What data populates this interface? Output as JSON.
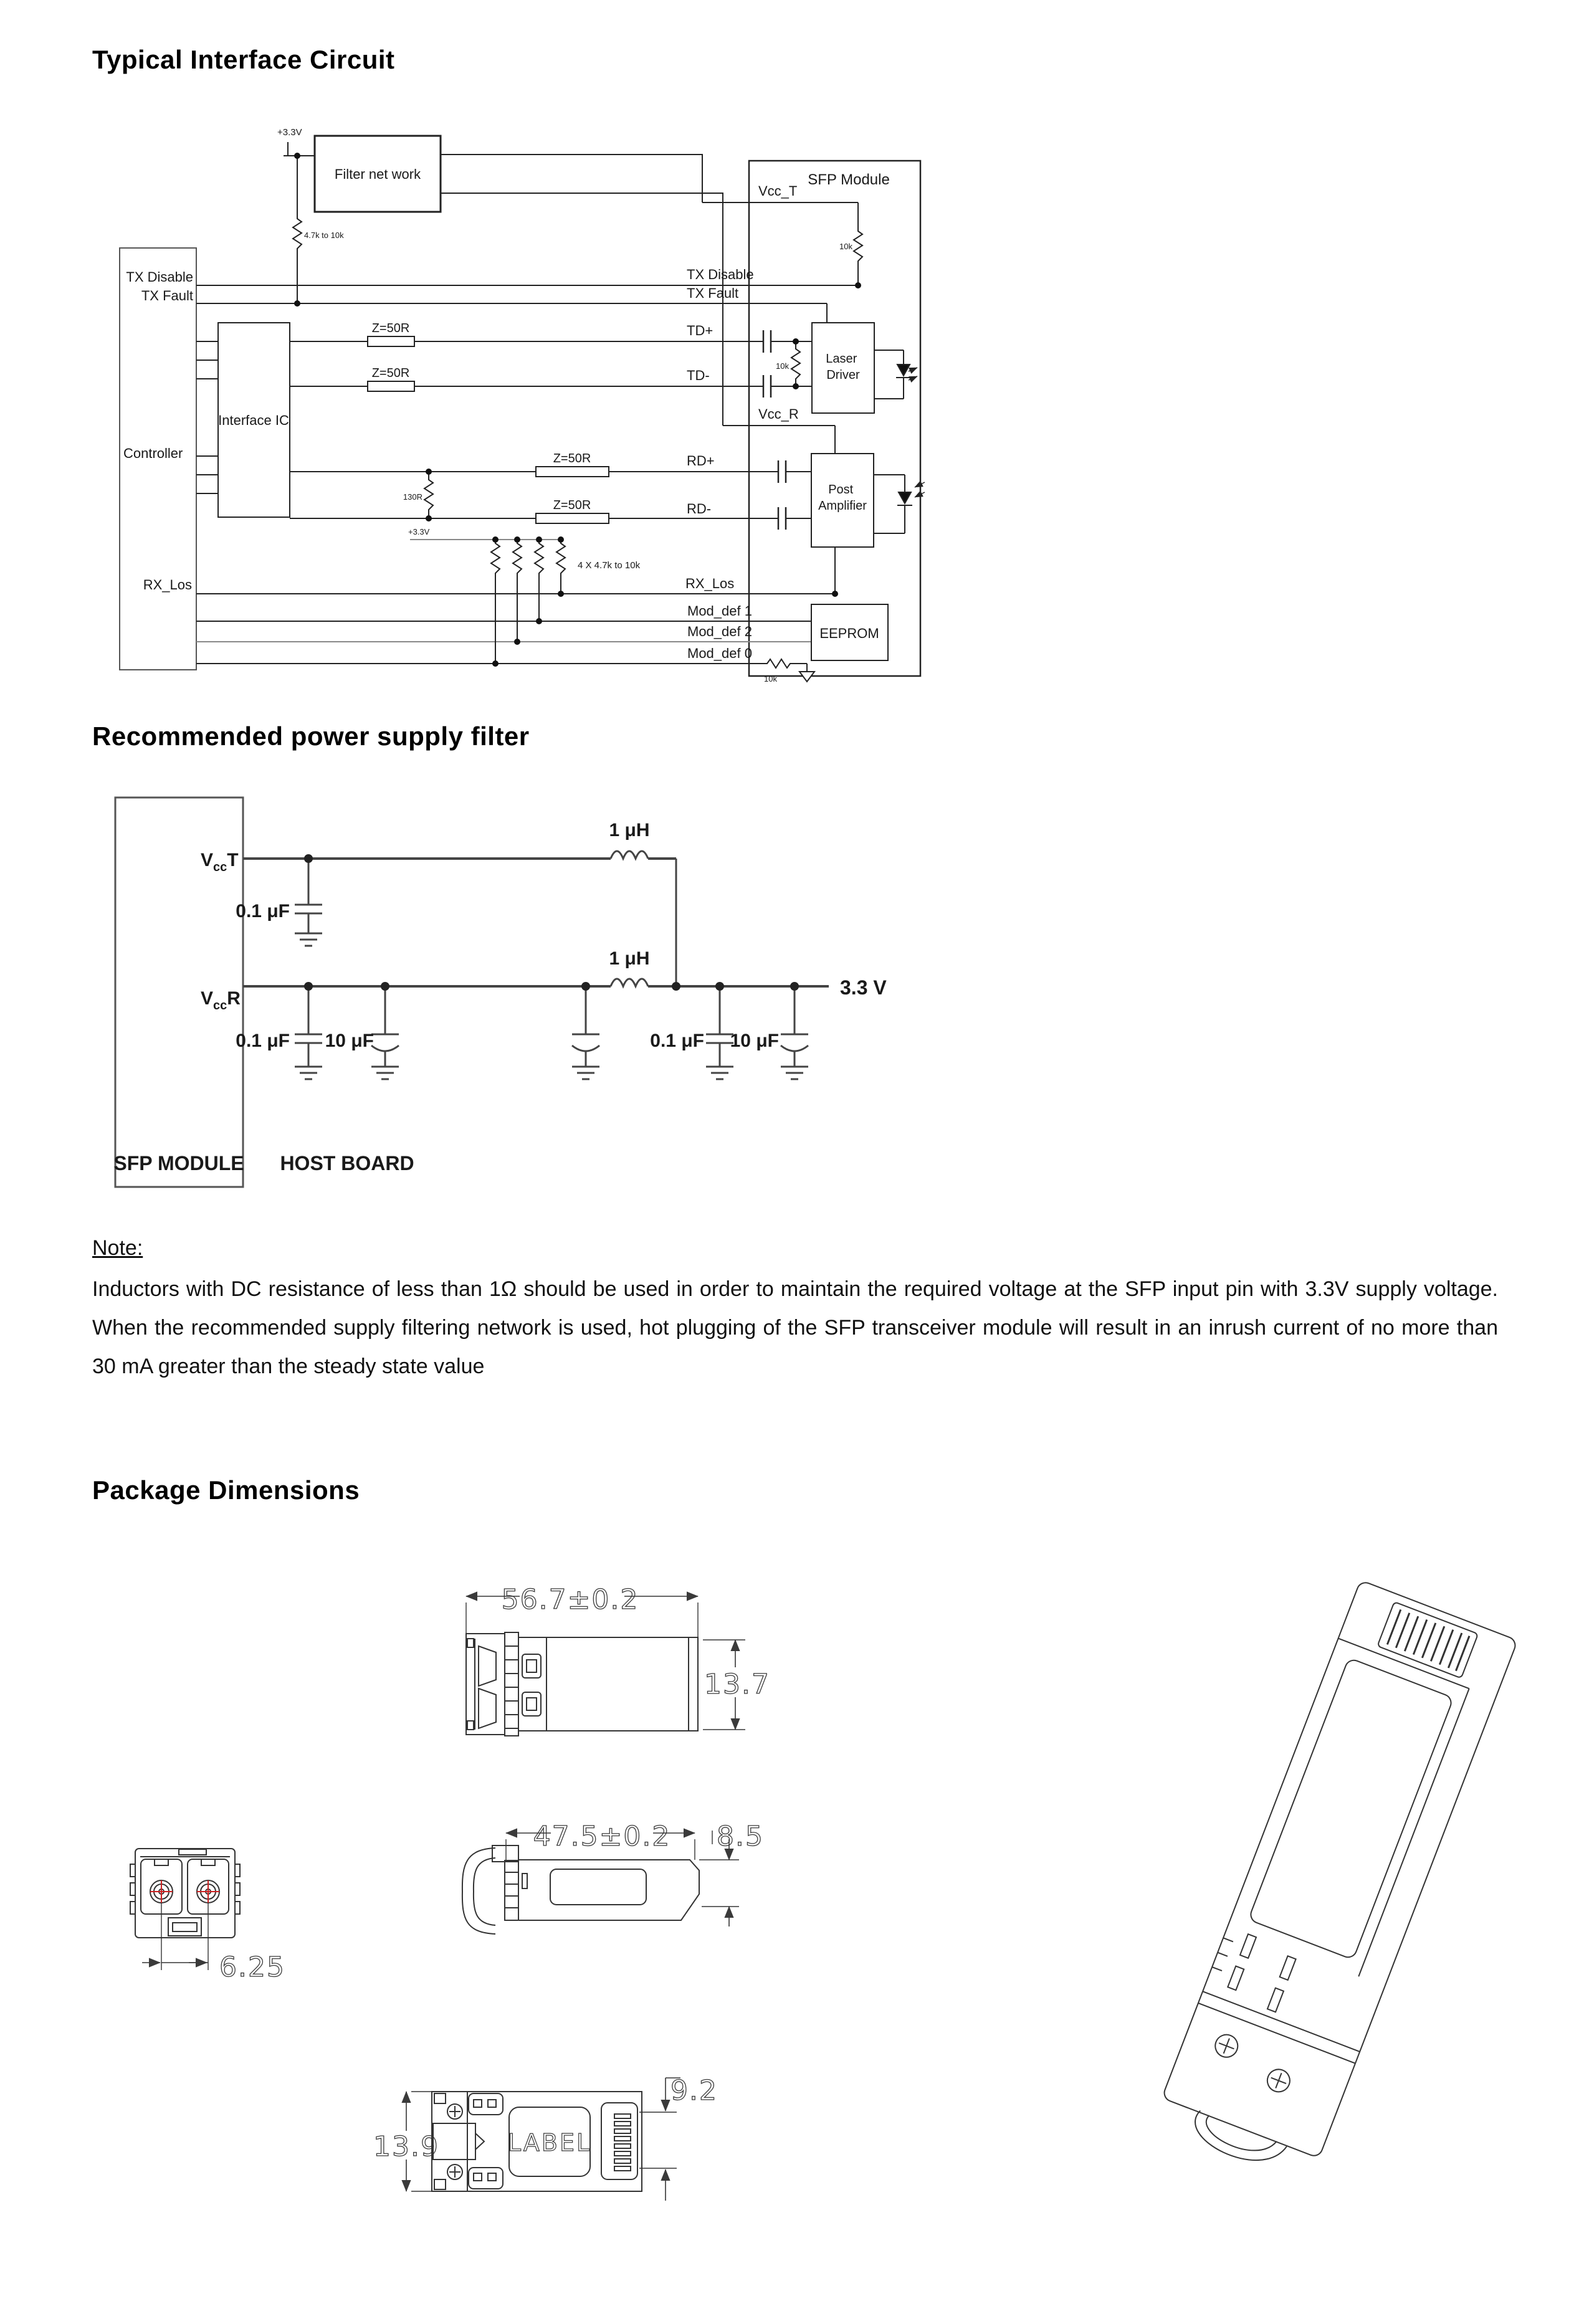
{
  "headings": {
    "interface": "Typical Interface Circuit",
    "filter": "Recommended power supply filter",
    "package": "Package Dimensions"
  },
  "note": {
    "heading": "Note:",
    "body": "Inductors with DC resistance of less than 1Ω should be used in order to maintain the required voltage at the SFP input pin with 3.3V supply voltage. When the recommended supply filtering network is used, hot plugging of the SFP transceiver module will result in an inrush current of no more than 30 mA greater than the steady state value"
  },
  "interface_circuit": {
    "supply": "+3.3V",
    "pullup_r": "4.7k to 10k",
    "filter_box": "Filter net work",
    "sfp_module": "SFP Module",
    "vcc_t": "Vcc_T",
    "vcc_r": "Vcc_R",
    "r10k_top": "10k",
    "r10k_td": "10k",
    "r10k_gnd": "10k",
    "r130": "130R",
    "r4x": "4 X 4.7k to 10k",
    "supply2": "+3.3V",
    "controller": "Controller",
    "interface_ic": "Interface IC",
    "eeprom": "EEPROM",
    "laser_driver_1": "Laser",
    "laser_driver_2": "Driver",
    "post_amp_1": "Post",
    "post_amp_2": "Amplifier",
    "z50_td_p": "Z=50R",
    "z50_td_m": "Z=50R",
    "z50_rd_p": "Z=50R",
    "z50_rd_m": "Z=50R",
    "host_pins": {
      "tx_disable": "TX Disable",
      "tx_fault": "TX Fault",
      "rx_los": "RX_Los"
    },
    "sfp_pins": {
      "tx_disable": "TX Disable",
      "tx_fault": "TX Fault",
      "td_p": "TD+",
      "td_m": "TD-",
      "rd_p": "RD+",
      "rd_m": "RD-",
      "rx_los": "RX_Los",
      "mod_def1": "Mod_def 1",
      "mod_def2": "Mod_def 2",
      "mod_def0": "Mod_def 0"
    }
  },
  "power_filter": {
    "vcc_v": "V",
    "vcc_sub": "cc",
    "vcc_t_suffix": "T",
    "vcc_r_suffix": "R",
    "l1": "1 μH",
    "l2": "1 μH",
    "c_t1": "0.1 μF",
    "c_r1": "0.1 μF",
    "c_r2": "10 μF",
    "c_r3": "0.1 μF",
    "c_r4": "10 μF",
    "rail": "3.3 V",
    "sfp_module": "SFP MODULE",
    "host_board": "HOST BOARD"
  },
  "package": {
    "top_length": "56.7±0.2",
    "top_height": "13.7",
    "side_length": "47.5±0.2",
    "side_height": "8.5",
    "front_pitch": "6.25",
    "bottom_height": "13.9",
    "bottom_conn": "9.2",
    "label": "LABEL"
  }
}
